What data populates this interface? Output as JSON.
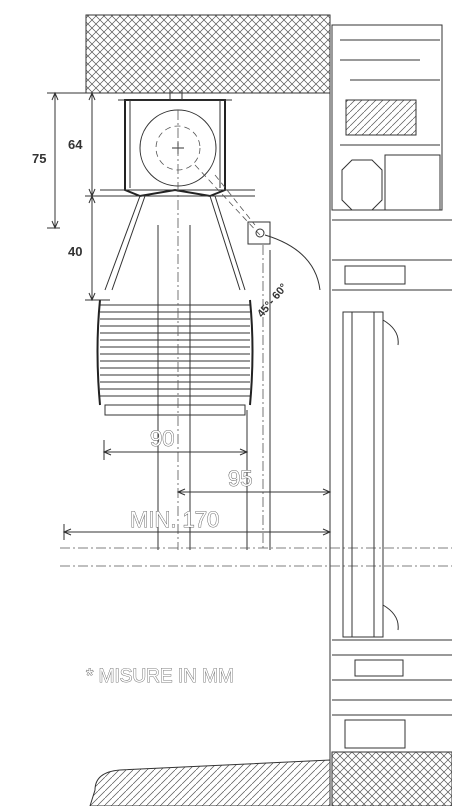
{
  "dimensions": {
    "d75": "75",
    "d64": "64",
    "d40": "40",
    "d90": "90",
    "d95": "95",
    "min170": "MIN. 170",
    "angle": "45°- 60°"
  },
  "note": "* MISURE IN MM"
}
